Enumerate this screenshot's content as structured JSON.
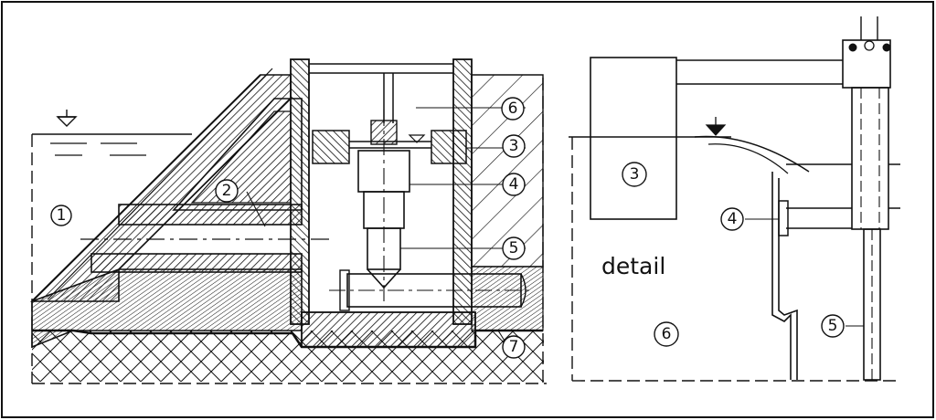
{
  "detail_label": "detail",
  "labels": {
    "c1": "1",
    "c2": "2",
    "c3": "3",
    "c4": "4",
    "c5": "5",
    "c6": "6",
    "c7": "7",
    "d3": "3",
    "d4": "4",
    "d5": "5",
    "d6": "6"
  },
  "colors": {
    "ink": "#111111",
    "background": "#ffffff"
  }
}
